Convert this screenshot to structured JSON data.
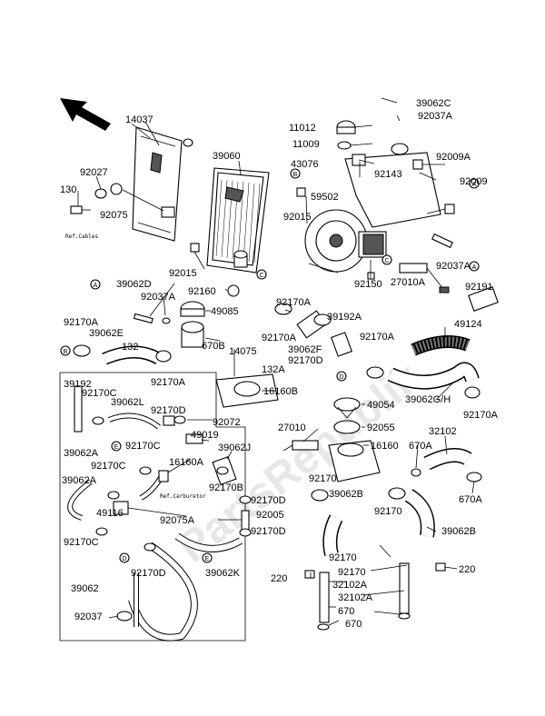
{
  "watermark": "PartsRepublik",
  "reference_notes": {
    "cables": "Ref.Cables",
    "carburetor": "Ref.Carburetor"
  },
  "callout_letters": {
    "A": "A",
    "B": "B",
    "C": "C",
    "D": "D",
    "E": "E"
  },
  "part_labels": {
    "p14037": "14037",
    "p39060": "39060",
    "p92027": "92027",
    "p130": "130",
    "p92075": "92075",
    "p92015_top": "92015",
    "p92015_bot": "92015",
    "p59502": "59502",
    "p39062C_top": "39062C",
    "p92037A_top": "92037A",
    "p11012": "11012",
    "p11009": "11009",
    "p43076": "43076",
    "p92009A": "92009A",
    "p92143": "92143",
    "p92009": "92009",
    "p92150": "92150",
    "p92037A_right": "92037A",
    "p27010A": "27010A",
    "p92191": "92191",
    "p39062D_left": "39062D",
    "p92037A_left": "92037A",
    "p92160": "92160",
    "p49085": "49085",
    "p92170A_a": "92170A",
    "p39192A": "39192A",
    "p92170A_b": "92170A",
    "p39062F": "39062F",
    "p92170D_mid": "92170D",
    "p49124": "49124",
    "p92170A_c": "92170A",
    "p92170A_left": "92170A",
    "p39062E": "39062E",
    "p132": "132",
    "p670B": "670B",
    "p14075": "14075",
    "p132A": "132A",
    "p92170A_d": "92170A",
    "p16160B": "16160B",
    "p39062GH": "39062G/H",
    "p92170A_e": "92170A",
    "p39192": "39192",
    "p92170C_a": "92170C",
    "p39062L": "39062L",
    "p92170D_a": "92170D",
    "p92072": "92072",
    "p49054": "49054",
    "p49019": "49019",
    "p27010": "27010",
    "p92055": "92055",
    "p32102": "32102",
    "p39062A_a": "39062A",
    "p92170C_b": "92170C",
    "p39062J": "39062J",
    "p16160": "16160",
    "p670A_a": "670A",
    "p92170C_c": "92170C",
    "p16160A": "16160A",
    "p92170B": "92170B",
    "p92170_a": "92170",
    "p39062A_b": "39062A",
    "p39062B_a": "39062B",
    "p670A_b": "670A",
    "p49116": "49116",
    "p92075A": "92075A",
    "p92170D_b": "92170D",
    "p92005": "92005",
    "p92170D_c": "92170D",
    "p92170_b": "92170",
    "p39062B_b": "39062B",
    "p92170C_d": "92170C",
    "p92170D_d": "92170D",
    "p39062K": "39062K",
    "p92170_c": "92170",
    "p220_left": "220",
    "p92170_d": "92170",
    "p220_right": "220",
    "p32102A_a": "32102A",
    "p32102A_b": "32102A",
    "p670_a": "670",
    "p670_b": "670",
    "p39062_low": "39062",
    "p92037": "92037"
  }
}
